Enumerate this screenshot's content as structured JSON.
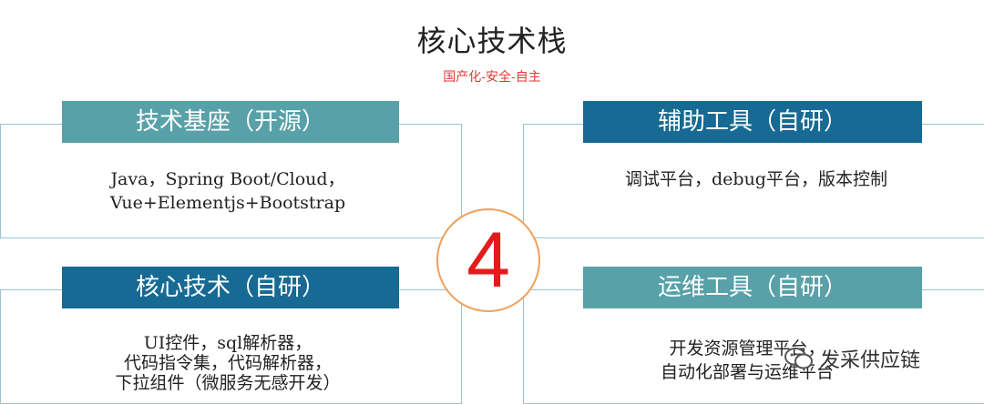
{
  "title": "核心技术栈",
  "subtitle": "国产化-安全-自主",
  "center_number": "4",
  "quadrants": {
    "top_left": {
      "header": "技术基座（开源）",
      "lines": [
        "Java，Spring Boot/Cloud，",
        "Vue+Elementjs+Bootstrap"
      ]
    },
    "top_right": {
      "header": "辅助工具（自研）",
      "lines": [
        "调试平台，debug平台，版本控制"
      ]
    },
    "bottom_left": {
      "header": "核心技术（自研）",
      "lines": [
        "UI控件，sql解析器，",
        "代码指令集，代码解析器，",
        "下拉组件（微服务无感开发）"
      ]
    },
    "bottom_right": {
      "header": "运维工具（自研）",
      "lines": [
        "开发资源管理平台，",
        "自动化部署与运维平台"
      ]
    }
  },
  "watermark": "发采供应链",
  "colors": {
    "teal": "#58a1a8",
    "navy": "#176a93",
    "accent_red": "#e41b1b",
    "circle_border": "#f0a05a"
  }
}
